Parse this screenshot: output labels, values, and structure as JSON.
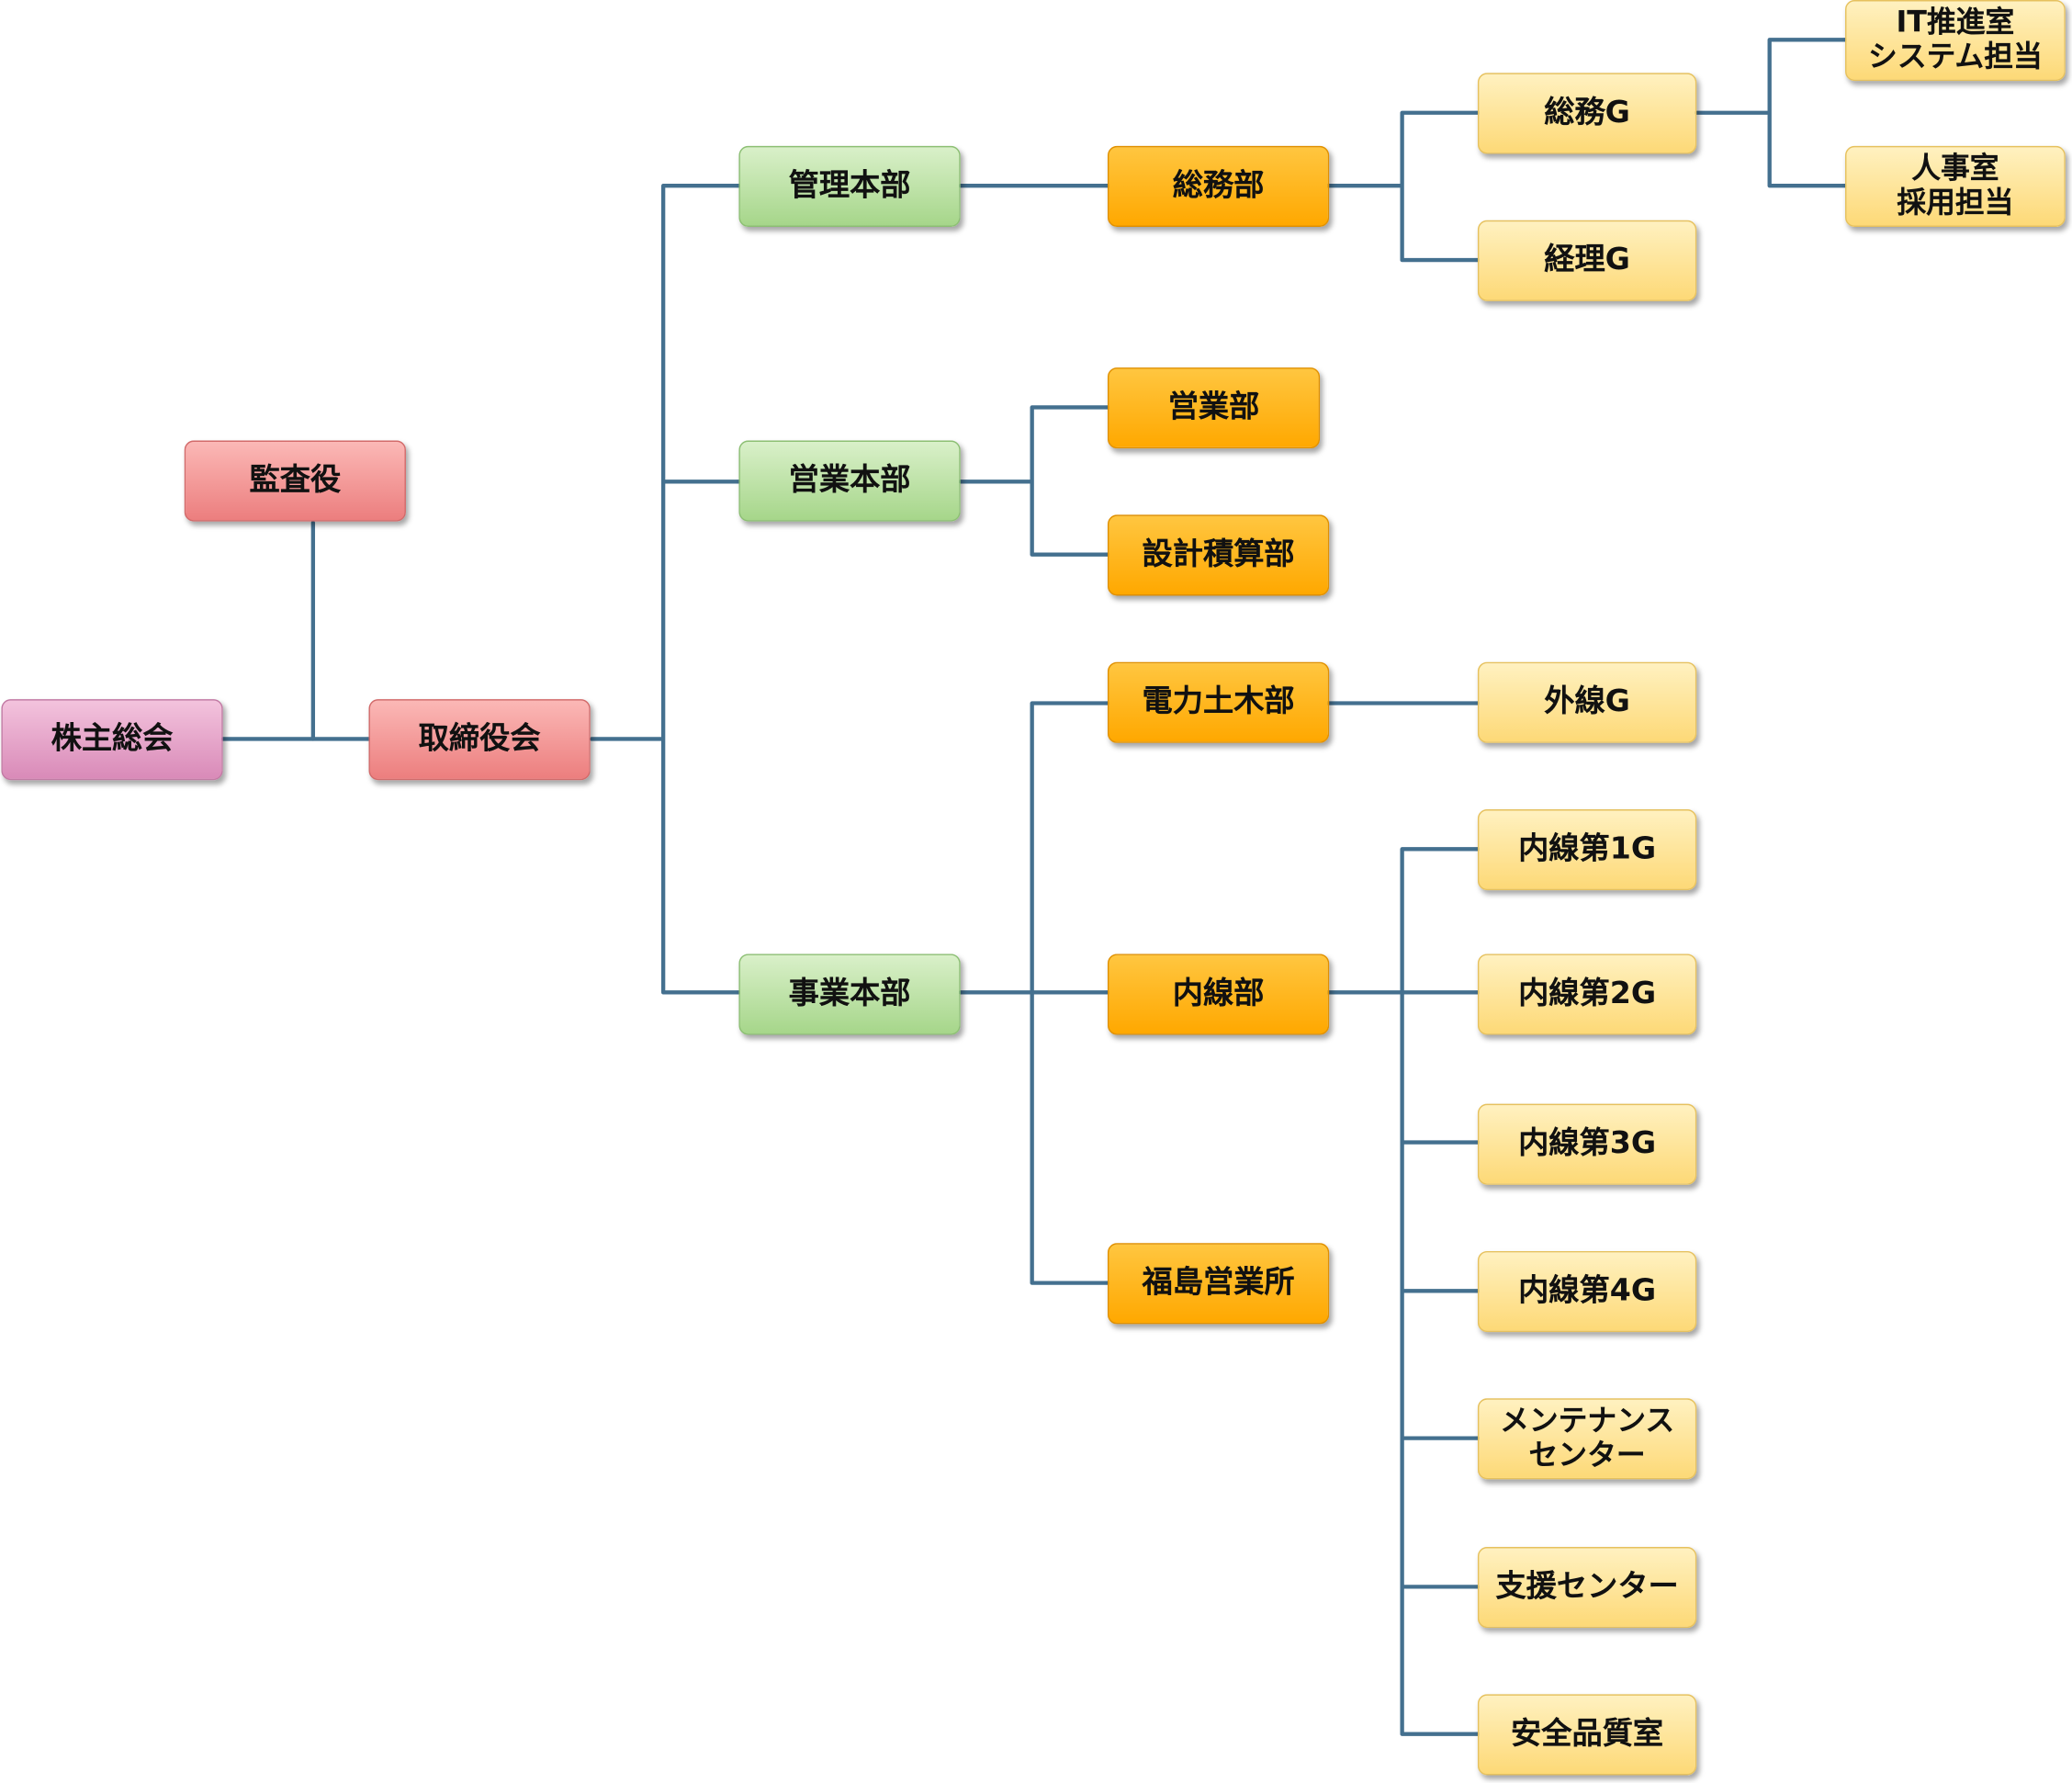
{
  "nodes": {
    "shareholders": "株主総会",
    "auditor": "監査役",
    "board": "取締役会",
    "admin_hq": "管理本部",
    "sales_hq": "営業本部",
    "business_hq": "事業本部",
    "general_affairs_dept": "総務部",
    "sales_dept": "営業部",
    "design_estimation_dept": "設計積算部",
    "power_civil_dept": "電力土木部",
    "inside_wiring_dept": "内線部",
    "fukushima_office": "福島営業所",
    "general_affairs_g": "総務G",
    "accounting_g": "経理G",
    "outside_wiring_g": "外線G",
    "inside_wiring_1g": "内線第1G",
    "inside_wiring_2g": "内線第2G",
    "inside_wiring_3g": "内線第3G",
    "inside_wiring_4g": "内線第4G",
    "maintenance_center": "メンテナンス\nセンター",
    "support_center": "支援センター",
    "safety_quality_office": "安全品質室",
    "it_office": "IT推進室\nシステム担当",
    "hr_office": "人事室\n採用担当"
  }
}
